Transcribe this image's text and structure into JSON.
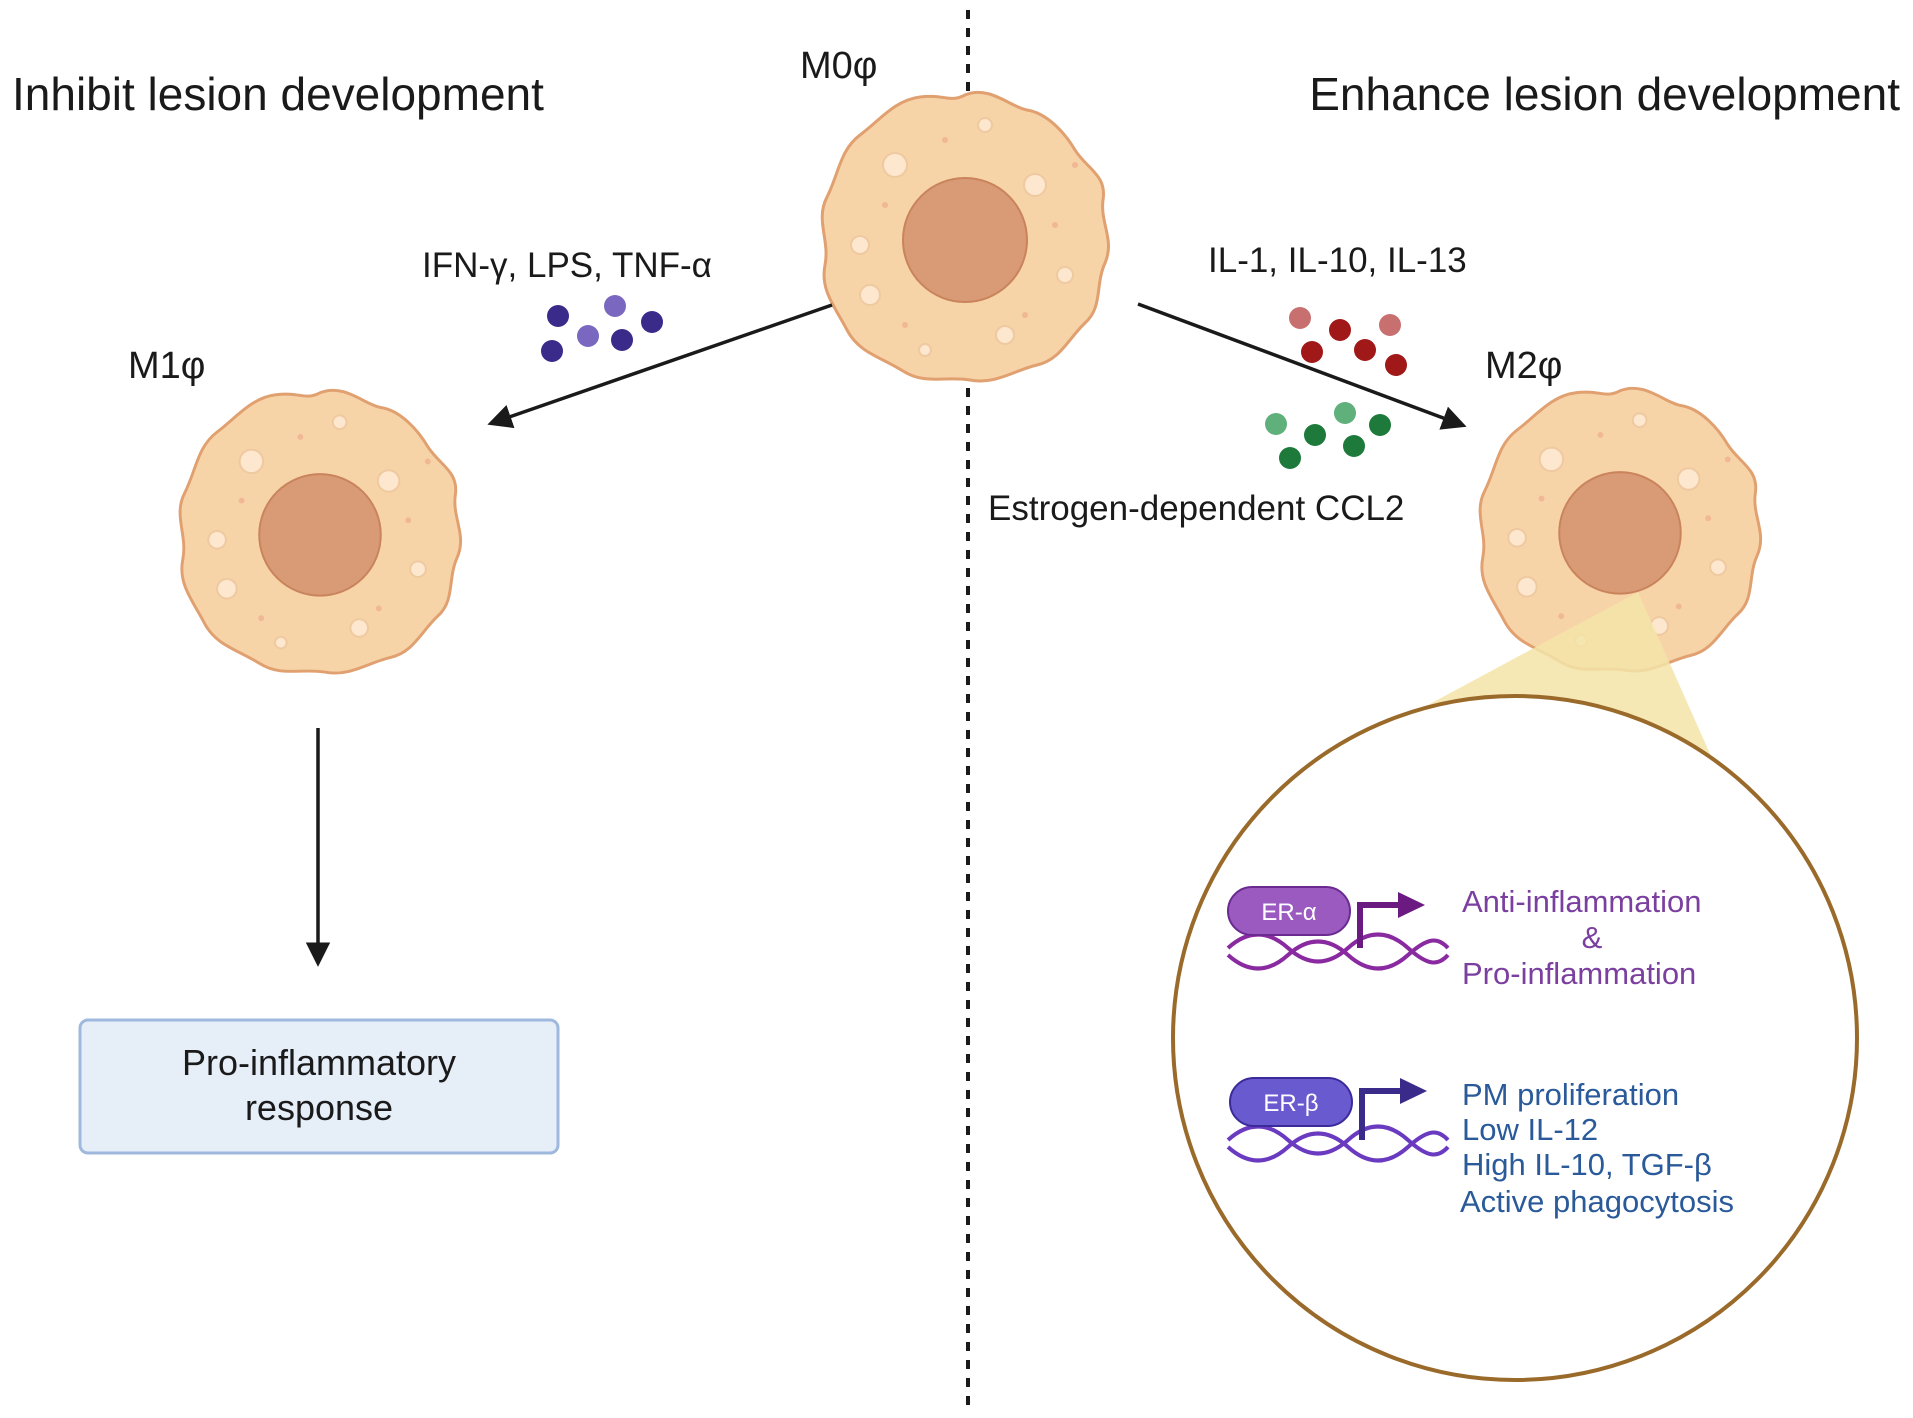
{
  "headings": {
    "left": "Inhibit lesion development",
    "right": "Enhance lesion development"
  },
  "cells": {
    "m0": "M0φ",
    "m1": "M1φ",
    "m2": "M2φ"
  },
  "stimuli": {
    "m1": "IFN-γ, LPS, TNF-α",
    "m2_cytokines": "IL-1, IL-10, IL-13",
    "m2_chemokine": "Estrogen-dependent CCL2"
  },
  "outcome_box": {
    "line1": "Pro-inflammatory",
    "line2": "response"
  },
  "receptors": {
    "alpha": {
      "label": "ER-α",
      "effects": [
        "Anti-inflammation",
        "&",
        "Pro-inflammation"
      ]
    },
    "beta": {
      "label": "ER-β",
      "effects": [
        "PM proliferation",
        "Low IL-12",
        "High IL-10, TGF-β",
        "Active phagocytosis"
      ]
    }
  },
  "colors": {
    "cell_fill": "#f7d3a8",
    "cell_stroke": "#e0a070",
    "nucleus": "#d99a76",
    "zoom_circle": "#9a6a2a",
    "purple_text": "#7b3fa0",
    "blue_text": "#2a5a9a",
    "box_fill": "#e6eef8",
    "box_stroke": "#9fb8de"
  }
}
